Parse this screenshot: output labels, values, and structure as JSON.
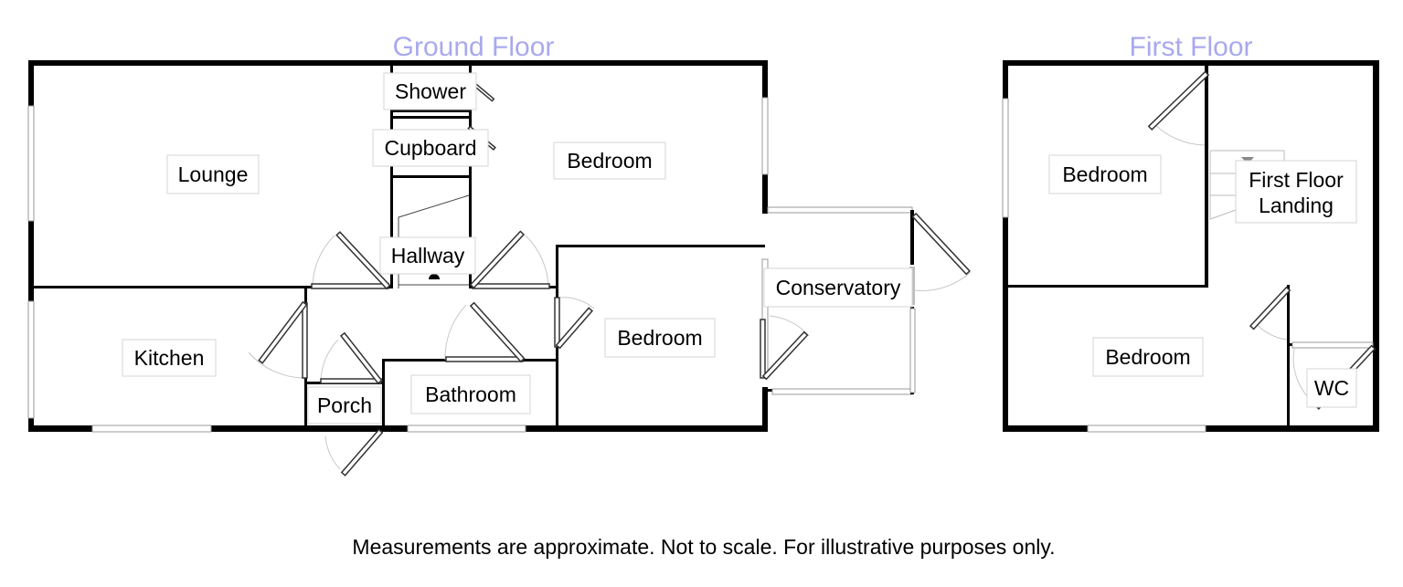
{
  "floors": {
    "ground": {
      "title": "Ground Floor",
      "rooms": {
        "lounge": "Lounge",
        "shower": "Shower",
        "cupboard": "Cupboard",
        "bedroom_top": "Bedroom",
        "hallway": "Hallway",
        "kitchen": "Kitchen",
        "porch": "Porch",
        "bathroom": "Bathroom",
        "bedroom_mid": "Bedroom",
        "conservatory": "Conservatory"
      }
    },
    "first": {
      "title": "First Floor",
      "rooms": {
        "bedroom_top": "Bedroom",
        "landing_line1": "First Floor",
        "landing_line2": "Landing",
        "bedroom_bottom": "Bedroom",
        "wc": "WC"
      }
    }
  },
  "disclaimer": "Measurements are approximate. Not to scale. For illustrative purposes only.",
  "colors": {
    "title": "#a9a9ee",
    "wall": "#000000",
    "label_border": "#d6d6d6",
    "door_arc": "#c8c8c8"
  }
}
